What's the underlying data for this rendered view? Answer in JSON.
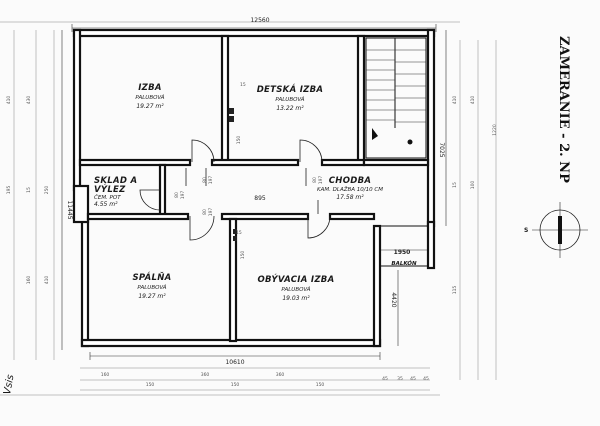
{
  "title": "ZAMERANIE - 2. NP",
  "dimensions": {
    "total_width_top": "12560",
    "total_width_bottom": "10610",
    "right_height_upper": "7025",
    "left_height": "11445",
    "balcony_width": "1950",
    "balcony_height": "4420",
    "corridor_length": "895"
  },
  "rooms": {
    "izba": {
      "name": "IZBA",
      "floor": "PALUBOVÁ",
      "area": "19.27 m²"
    },
    "detska": {
      "name": "DETSKÁ IZBA",
      "floor": "PALUBOVÁ",
      "area": "13.22 m²"
    },
    "sklad": {
      "name": "SKLAD A",
      "name2": "VÝLEZ",
      "floor": "ČEM. POT",
      "area": "4.55 m²"
    },
    "chodba": {
      "name": "CHODBA",
      "floor": "KAM. DLAŽBA 10/10 CM",
      "area": "17.58 m²"
    },
    "spalna": {
      "name": "SPÁLŇA",
      "floor": "PALUBOVÁ",
      "area": "19.27 m²"
    },
    "obyvacia": {
      "name": "OBÝVACIA IZBA",
      "floor": "PALUBOVÁ",
      "area": "19.03 m²"
    },
    "balkon": {
      "name": "BALKÓN"
    }
  },
  "small_dims": {
    "left_side": [
      "410",
      "195",
      "430",
      "15",
      "250",
      "410",
      "160"
    ],
    "right_side": [
      "410",
      "410",
      "100",
      "1220",
      "15",
      "115"
    ],
    "bottom_row": [
      "160",
      "150",
      "360",
      "150",
      "360",
      "150",
      "45",
      "35",
      "45",
      "45"
    ],
    "openings": [
      "80",
      "197",
      "80",
      "197",
      "80",
      "197",
      "80",
      "197",
      "150",
      "15",
      "150",
      "15"
    ]
  },
  "compass": {
    "label": "S"
  },
  "margin_note": "Vsis"
}
